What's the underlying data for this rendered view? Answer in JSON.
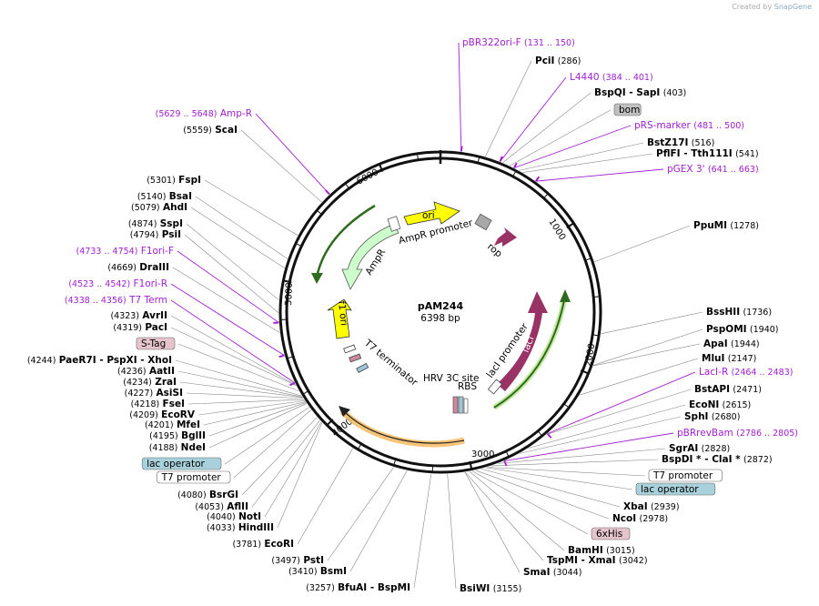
{
  "credit": {
    "prefix": "Created by",
    "brand": "SnapGene"
  },
  "plasmid": {
    "name": "pAM244",
    "size": "6398 bp"
  },
  "ticks": [
    "1000",
    "2000",
    "3000",
    "4000",
    "5000",
    "6000"
  ],
  "features": {
    "ori": "ori",
    "ampr_promoter": "AmpR promoter",
    "rop": "rop",
    "ampr": "AmpR",
    "f1_ori": "f1 ori",
    "t7_terminator": "T7 terminator",
    "laci": "lacI",
    "laci_promoter": "lacI promoter",
    "hrv": "HRV 3C site",
    "rbs": "RBS"
  },
  "colors": {
    "ori": "#ffff00",
    "ampr": "#ccffcc",
    "rop": "#993366",
    "laci": "#993366",
    "cds_green": "#2e6b1e",
    "primer": "#a020d0",
    "orange": "#f4b860"
  },
  "labels": [
    {
      "name": "pBR322ori-F",
      "pos": "(131 .. 150)",
      "kind": "primer"
    },
    {
      "name": "PciI",
      "pos": "(286)",
      "kind": "enzyme"
    },
    {
      "name": "L4440",
      "pos": "(384 .. 401)",
      "kind": "primer"
    },
    {
      "name": "BspQI   -  SapI",
      "pos": "(403)",
      "kind": "enzyme"
    },
    {
      "name": "bom",
      "pos": "",
      "kind": "box-gray"
    },
    {
      "name": "pRS-marker",
      "pos": "(481 .. 500)",
      "kind": "primer"
    },
    {
      "name": "BstZ17I",
      "pos": "(516)",
      "kind": "enzyme"
    },
    {
      "name": "PflFI   -  Tth111I",
      "pos": "(541)",
      "kind": "enzyme"
    },
    {
      "name": "pGEX 3'",
      "pos": "(641 .. 663)",
      "kind": "primer"
    },
    {
      "name": "PpuMI",
      "pos": "(1278)",
      "kind": "enzyme"
    },
    {
      "name": "BssHII",
      "pos": "(1736)",
      "kind": "enzyme"
    },
    {
      "name": "PspOMI",
      "pos": "(1940)",
      "kind": "enzyme"
    },
    {
      "name": "ApaI",
      "pos": "(1944)",
      "kind": "enzyme"
    },
    {
      "name": "MluI",
      "pos": "(2147)",
      "kind": "enzyme"
    },
    {
      "name": "LacI-R",
      "pos": "(2464 .. 2483)",
      "kind": "primer"
    },
    {
      "name": "BstAPI",
      "pos": "(2471)",
      "kind": "enzyme"
    },
    {
      "name": "EcoNI",
      "pos": "(2615)",
      "kind": "enzyme"
    },
    {
      "name": "SphI",
      "pos": "(2680)",
      "kind": "enzyme"
    },
    {
      "name": "pBRrevBam",
      "pos": "(2786 .. 2805)",
      "kind": "primer"
    },
    {
      "name": "SgrAI",
      "pos": "(2828)",
      "kind": "enzyme"
    },
    {
      "name": "BspDI *  -  ClaI *",
      "pos": "(2872)",
      "kind": "enzyme"
    },
    {
      "name": "T7 promoter",
      "pos": "",
      "kind": "box-white"
    },
    {
      "name": "lac operator",
      "pos": "",
      "kind": "box-blue"
    },
    {
      "name": "XbaI",
      "pos": "(2939)",
      "kind": "enzyme"
    },
    {
      "name": "NcoI",
      "pos": "(2978)",
      "kind": "enzyme"
    },
    {
      "name": "6xHis",
      "pos": "",
      "kind": "box-pink"
    },
    {
      "name": "BamHI",
      "pos": "(3015)",
      "kind": "enzyme"
    },
    {
      "name": "TspMI   -  XmaI",
      "pos": "(3042)",
      "kind": "enzyme"
    },
    {
      "name": "SmaI",
      "pos": "(3044)",
      "kind": "enzyme"
    },
    {
      "name": "BsiWI",
      "pos": "(3155)",
      "kind": "enzyme"
    },
    {
      "name": "BfuAI   -  BspMI",
      "pos": "(3257)",
      "kind": "enzyme"
    },
    {
      "name": "BsmI",
      "pos": "(3410)",
      "kind": "enzyme"
    },
    {
      "name": "PstI",
      "pos": "(3497)",
      "kind": "enzyme"
    },
    {
      "name": "EcoRI",
      "pos": "(3781)",
      "kind": "enzyme"
    },
    {
      "name": "HindIII",
      "pos": "(4033)",
      "kind": "enzyme"
    },
    {
      "name": "NotI",
      "pos": "(4040)",
      "kind": "enzyme"
    },
    {
      "name": "AflII",
      "pos": "(4053)",
      "kind": "enzyme"
    },
    {
      "name": "BsrGI",
      "pos": "(4080)",
      "kind": "enzyme"
    },
    {
      "name": "T7 promoter",
      "pos": "",
      "kind": "box-white"
    },
    {
      "name": "lac operator",
      "pos": "",
      "kind": "box-blue"
    },
    {
      "name": "NdeI",
      "pos": "(4188)",
      "kind": "enzyme"
    },
    {
      "name": "BglII",
      "pos": "(4195)",
      "kind": "enzyme"
    },
    {
      "name": "MfeI",
      "pos": "(4201)",
      "kind": "enzyme"
    },
    {
      "name": "EcoRV",
      "pos": "(4209)",
      "kind": "enzyme"
    },
    {
      "name": "FseI",
      "pos": "(4218)",
      "kind": "enzyme"
    },
    {
      "name": "AsiSI",
      "pos": "(4227)",
      "kind": "enzyme"
    },
    {
      "name": "ZraI",
      "pos": "(4234)",
      "kind": "enzyme"
    },
    {
      "name": "AatII",
      "pos": "(4236)",
      "kind": "enzyme"
    },
    {
      "name": "PaeR7I   -  PspXI   -  XhoI",
      "pos": "(4244)",
      "kind": "enzyme"
    },
    {
      "name": "S-Tag",
      "pos": "",
      "kind": "box-pink"
    },
    {
      "name": "PacI",
      "pos": "(4319)",
      "kind": "enzyme"
    },
    {
      "name": "AvrII",
      "pos": "(4323)",
      "kind": "enzyme"
    },
    {
      "name": "T7 Term",
      "pos": "(4338 .. 4356)",
      "kind": "primer"
    },
    {
      "name": "F1ori-R",
      "pos": "(4523 .. 4542)",
      "kind": "primer"
    },
    {
      "name": "DraIII",
      "pos": "(4669)",
      "kind": "enzyme"
    },
    {
      "name": "F1ori-F",
      "pos": "(4733 .. 4754)",
      "kind": "primer"
    },
    {
      "name": "PsiI",
      "pos": "(4794)",
      "kind": "enzyme"
    },
    {
      "name": "SspI",
      "pos": "(4874)",
      "kind": "enzyme"
    },
    {
      "name": "AhdI",
      "pos": "(5079)",
      "kind": "enzyme"
    },
    {
      "name": "BsaI",
      "pos": "(5140)",
      "kind": "enzyme"
    },
    {
      "name": "FspI",
      "pos": "(5301)",
      "kind": "enzyme"
    },
    {
      "name": "ScaI",
      "pos": "(5559)",
      "kind": "enzyme"
    },
    {
      "name": "Amp-R",
      "pos": "(5629 .. 5648)",
      "kind": "primer"
    }
  ]
}
